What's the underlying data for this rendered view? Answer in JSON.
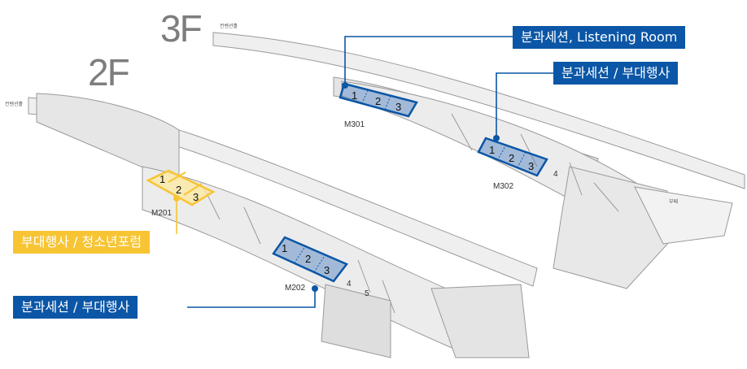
{
  "floors": {
    "third": "3F",
    "second": "2F"
  },
  "callouts": {
    "m301": "분과세션, Listening Room",
    "m302": "분과세션 / 부대행사",
    "m201": "부대행사 / 청소년포럼",
    "m202": "분과세션 / 부대행사"
  },
  "rooms": {
    "m301": {
      "code": "M301",
      "sections": [
        "1",
        "2",
        "3"
      ]
    },
    "m302": {
      "code": "M302",
      "sections": [
        "1",
        "2",
        "3"
      ]
    },
    "m201": {
      "code": "M201",
      "sections": [
        "1",
        "2",
        "3"
      ]
    },
    "m202": {
      "code": "M202",
      "sections": [
        "1",
        "2",
        "3"
      ]
    }
  },
  "extra_labels": {
    "m302_side": "4",
    "m202_side_a": "4",
    "m202_side_b": "5"
  },
  "small_labels": {
    "entrance_3f": "컨벤션홀",
    "entrance_2f": "컨벤션홀",
    "annex": "부페"
  },
  "colors": {
    "blue": "#0b56a6",
    "yellow": "#f7c433",
    "leader": "#0b56a6"
  }
}
